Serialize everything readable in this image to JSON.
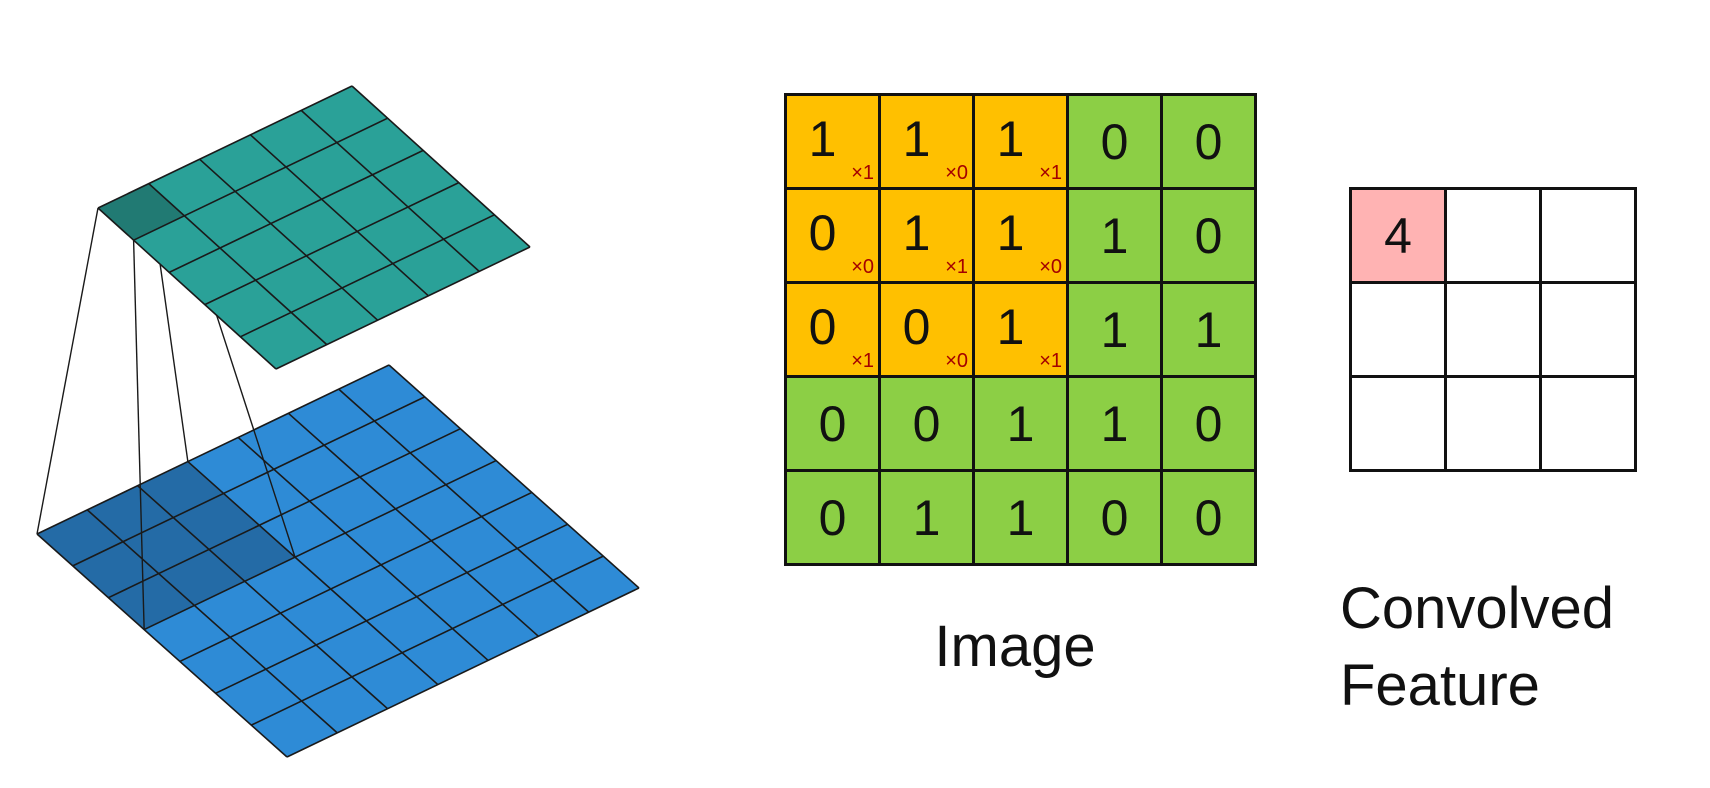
{
  "colors": {
    "kernel_cell": "#ffc000",
    "image_cell": "#8ccf45",
    "feature_filled_cell": "#ffb3b3",
    "feature_empty_cell": "#ffffff",
    "kernel_weight_text": "#a40000",
    "top_plane_fill": "#2aa198",
    "top_plane_highlight": "#217a73",
    "bottom_plane_fill": "#2e8bd6",
    "bottom_plane_highlight": "#246ba6",
    "grid_line": "#1a1a1a"
  },
  "image": {
    "label": "Image",
    "values": [
      [
        "1",
        "1",
        "1",
        "0",
        "0"
      ],
      [
        "0",
        "1",
        "1",
        "1",
        "0"
      ],
      [
        "0",
        "0",
        "1",
        "1",
        "1"
      ],
      [
        "0",
        "0",
        "1",
        "1",
        "0"
      ],
      [
        "0",
        "1",
        "1",
        "0",
        "0"
      ]
    ],
    "kernel_weights": [
      [
        "×1",
        "×0",
        "×1"
      ],
      [
        "×0",
        "×1",
        "×0"
      ],
      [
        "×1",
        "×0",
        "×1"
      ]
    ]
  },
  "feature": {
    "label_line1": "Convolved",
    "label_line2": "Feature",
    "values": [
      [
        "4",
        "",
        ""
      ],
      [
        "",
        "",
        ""
      ],
      [
        "",
        "",
        ""
      ]
    ]
  },
  "illustration": {
    "input_grid_size": 7,
    "output_grid_size": 5,
    "highlighted_receptive_field": 3
  }
}
